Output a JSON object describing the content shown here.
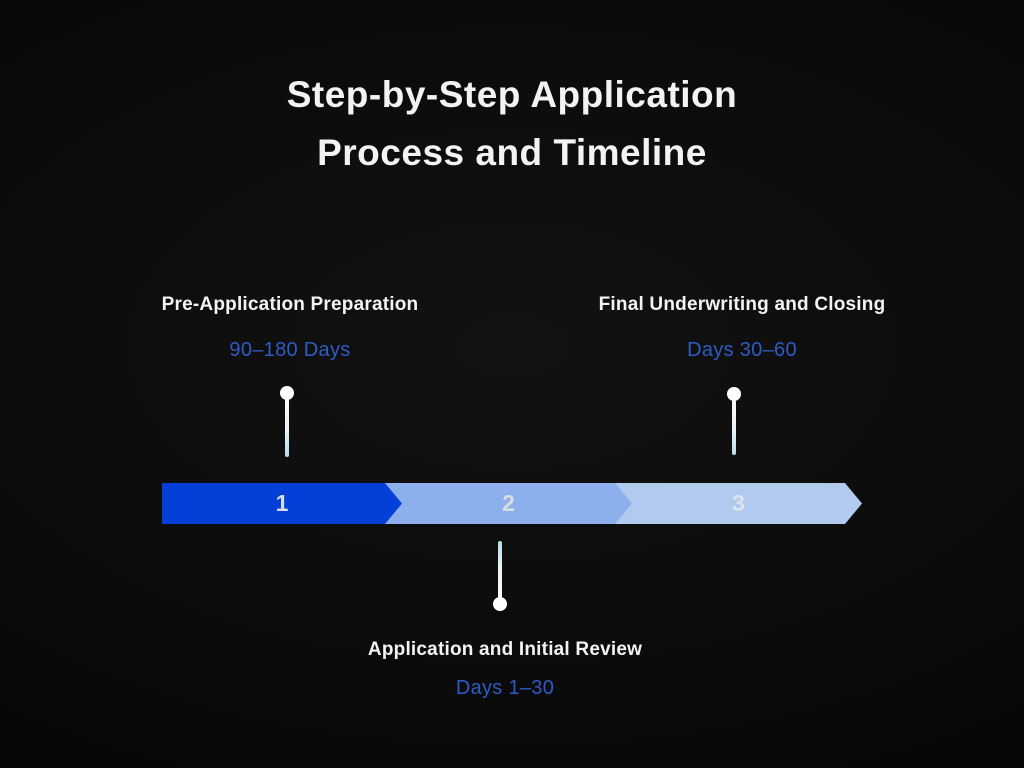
{
  "title": {
    "line1": "Step-by-Step Application",
    "line2": "Process and Timeline"
  },
  "steps": [
    {
      "number": "1",
      "label": "Pre-Application Preparation",
      "duration": "90–180 Days",
      "label_position": "above"
    },
    {
      "number": "2",
      "label": "Application and Initial Review",
      "duration": "Days 1–30",
      "label_position": "below"
    },
    {
      "number": "3",
      "label": "Final Underwriting and Closing",
      "duration": "Days 30–60",
      "label_position": "above"
    }
  ],
  "colors": {
    "background": "#0b0b0b",
    "title_text": "#f2f3f5",
    "step_label_text": "#f2f3f5",
    "duration_text": "#2e5bc6",
    "segment_1": "#0440d8",
    "segment_2": "#8bb0ec",
    "segment_3": "#b2c9f0",
    "segment_number_text": "#d9dde3",
    "marker_dot": "#ffffff",
    "marker_line_fade": "#b5dcea"
  }
}
